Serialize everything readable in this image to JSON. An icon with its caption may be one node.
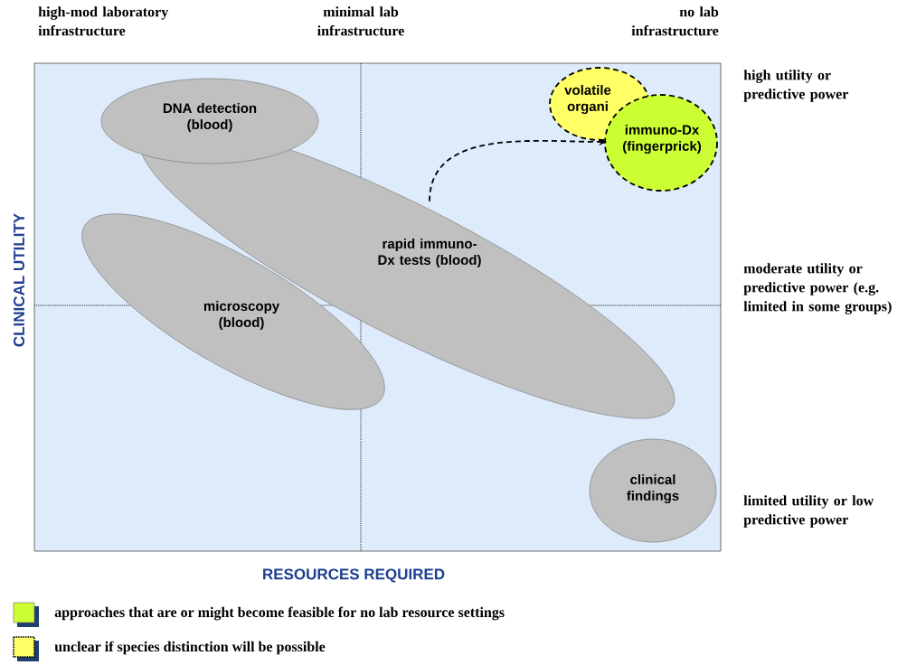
{
  "diagram": {
    "nodes": [
      {
        "text": [
          "DNA detection (blood)"
        ]
      },
      {
        "text": [
          "rapid immuno-Dx tests (blood)"
        ]
      },
      {
        "text": [
          "microscopy (blood)"
        ]
      },
      {
        "text": [
          "volatile organi"
        ]
      },
      {
        "text": [
          "immuno-Dx (fingerprick)"
        ]
      },
      {
        "text": [
          "clinical findings"
        ]
      }
    ],
    "edges": [
      {
        "from": 1,
        "to": 4,
        "arrow": "to",
        "style": "dashed"
      }
    ],
    "labels": [
      "high-mod laboratory infrastructure",
      "minimal lab infrastructure",
      "no lab infrastructure",
      "high utility or predictive power",
      "moderate utility or predictive power (e.g. limited in some groups)",
      "limited utility or low predictive power",
      "CLINICAL UTILITY",
      "RESOURCES REQUIRED"
    ],
    "legend": [
      {
        "text": "approaches that are or might become feasible for no lab resource settings",
        "color": "#ccff33"
      },
      {
        "text": "unclear if species distinction will be possible"
      }
    ]
  }
}
